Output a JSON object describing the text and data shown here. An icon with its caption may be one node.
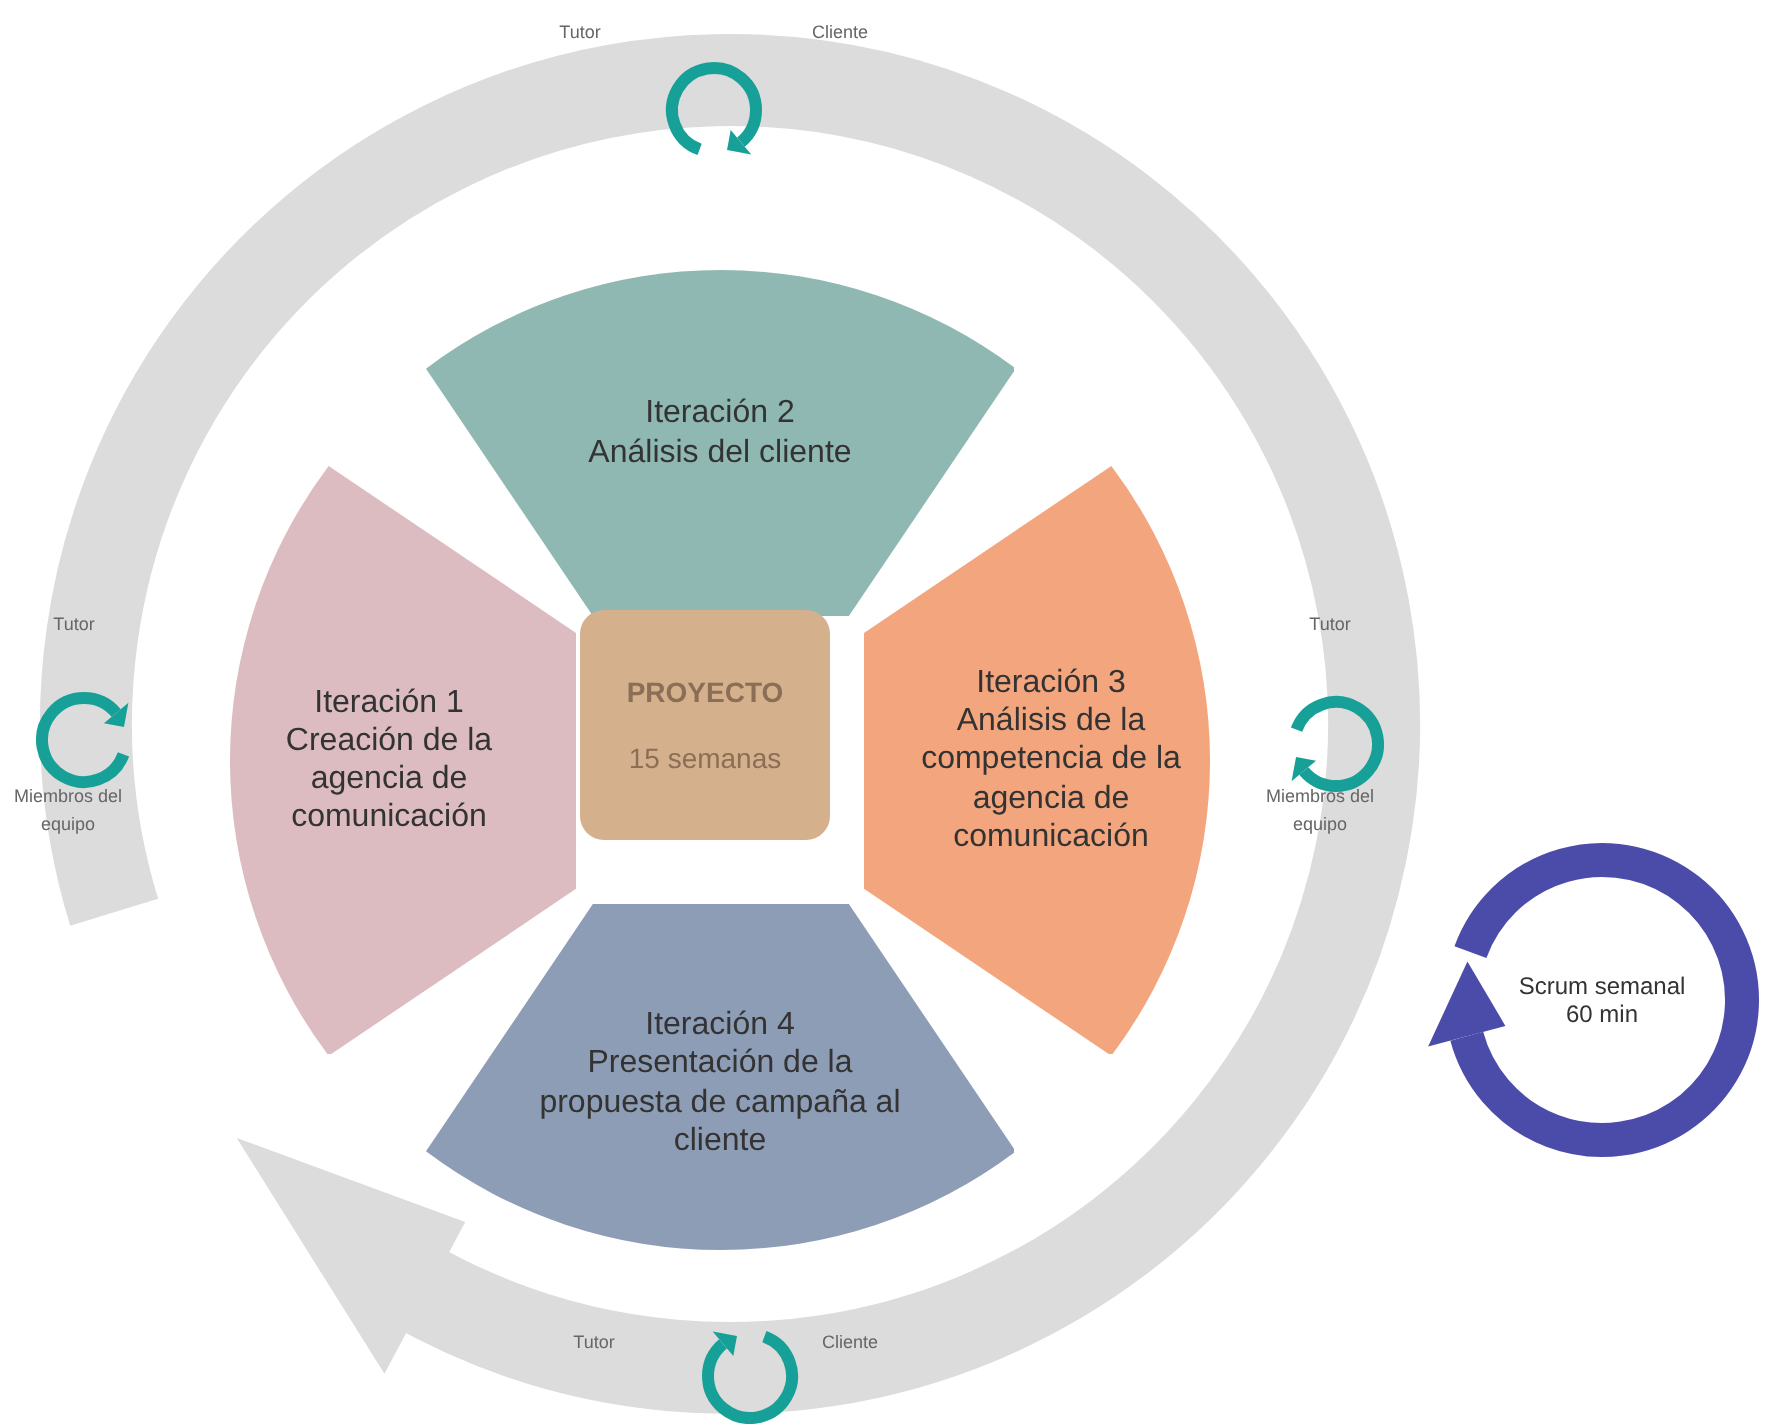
{
  "diagram": {
    "nodes": [
      {
        "text": [
          "Iteración 2",
          "Análisis del cliente"
        ]
      },
      {
        "text": [
          "Iteración 1",
          "Creación de la agencia de comunicación"
        ]
      },
      {
        "text": [
          "PROYECTO",
          "15 semanas"
        ]
      },
      {
        "text": [
          "Iteración 3",
          "Análisis de la competencia de la agencia de comunicación"
        ]
      },
      {
        "text": [
          "Iteración 4",
          "Presentación de la propuesta de campaña al cliente"
        ]
      },
      {
        "text": [
          "Scrum semanal 60 min"
        ]
      }
    ],
    "edges": [],
    "labels": [
      "Tutor",
      "Cliente",
      "Tutor",
      "Tutor",
      "Miembros del equipo",
      "Miembros del equipo",
      "Tutor",
      "Cliente"
    ]
  }
}
